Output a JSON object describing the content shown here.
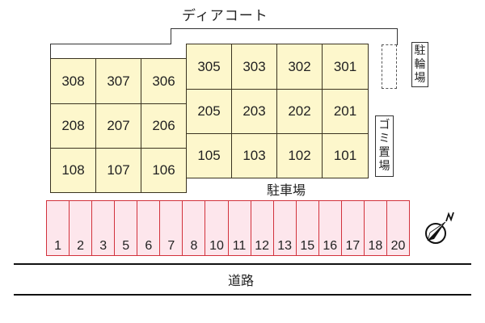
{
  "building": {
    "name": "ディアコート",
    "left_block": {
      "rows": [
        [
          "308",
          "307",
          "306"
        ],
        [
          "208",
          "207",
          "206"
        ],
        [
          "108",
          "107",
          "106"
        ]
      ]
    },
    "right_block": {
      "rows": [
        [
          "305",
          "303",
          "302",
          "301"
        ],
        [
          "205",
          "203",
          "202",
          "201"
        ],
        [
          "105",
          "103",
          "102",
          "101"
        ]
      ]
    }
  },
  "facilities": {
    "bicycle_parking": "駐輪場",
    "bicycle_parking_chars": [
      "駐",
      "輪",
      "場"
    ],
    "garbage_area": "ゴミ置場",
    "garbage_area_chars": [
      "ゴ",
      "ミ",
      "置",
      "場"
    ],
    "parking_lot_label": "駐車場"
  },
  "parking": {
    "stalls": [
      "1",
      "2",
      "3",
      "5",
      "6",
      "7",
      "8",
      "10",
      "11",
      "12",
      "13",
      "15",
      "16",
      "17",
      "18",
      "20"
    ]
  },
  "road": {
    "label": "道路"
  },
  "compass": {
    "icon": "north-arrow-icon",
    "label": "N"
  },
  "colors": {
    "unit_fill": "#fdf7cc",
    "unit_border": "#3a3320",
    "stall_fill": "#fde6ec",
    "stall_border": "#d2323c"
  }
}
